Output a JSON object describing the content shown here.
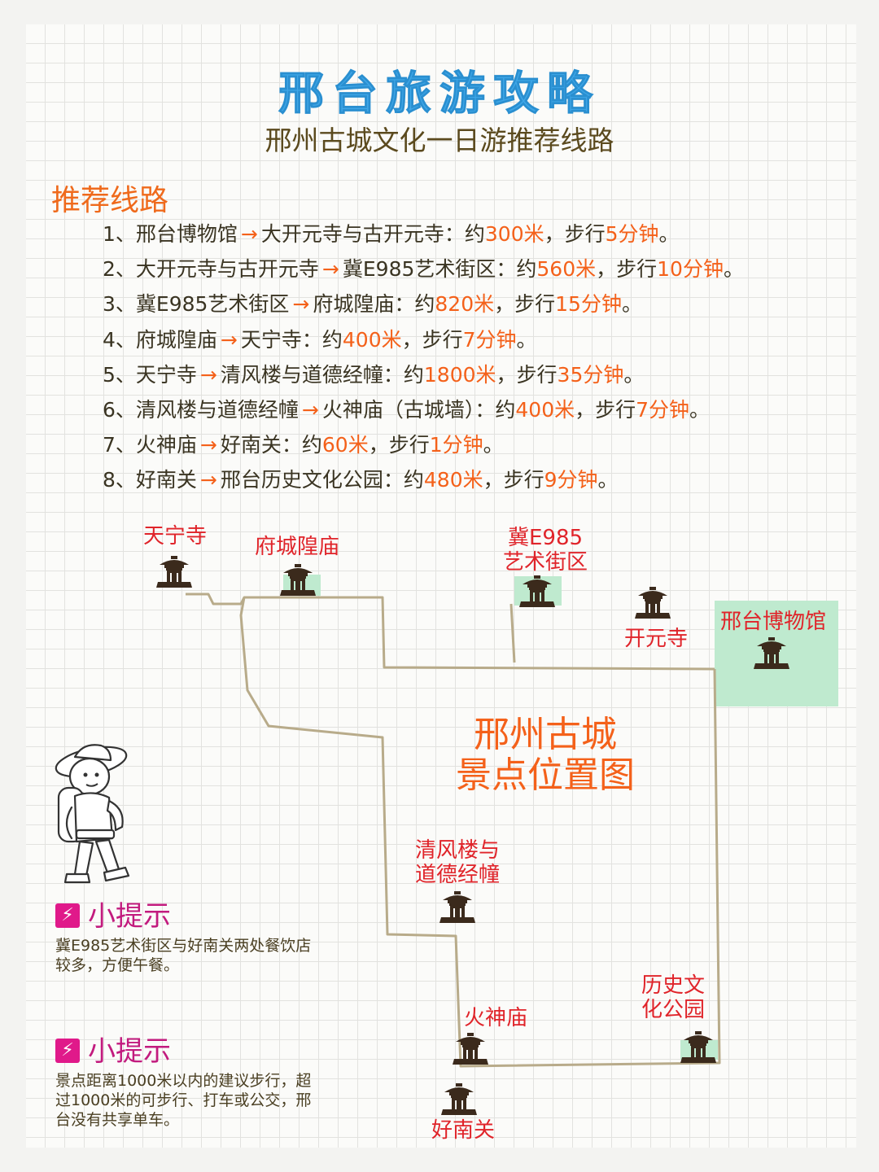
{
  "title": "邢台旅游攻略",
  "subtitle": "邢州古城文化一日游推荐线路",
  "section_title": "推荐线路",
  "arrow": "→",
  "routes": [
    {
      "idx": "1、",
      "from": "邢台博物馆",
      "to": "大开元寺与古开元寺：",
      "pre": "约",
      "dist": "300米",
      "mid": "，步行",
      "time": "5分钟",
      "end": "。"
    },
    {
      "idx": "2、",
      "from": "大开元寺与古开元寺",
      "to": "冀E985艺术街区：",
      "pre": "约",
      "dist": "560米",
      "mid": "，步行",
      "time": "10分钟",
      "end": "。"
    },
    {
      "idx": "3、",
      "from": "冀E985艺术街区",
      "to": "府城隍庙：",
      "pre": "约",
      "dist": "820米",
      "mid": "，步行",
      "time": "15分钟",
      "end": "。"
    },
    {
      "idx": "4、",
      "from": "府城隍庙",
      "to": "天宁寺：",
      "pre": "约",
      "dist": "400米",
      "mid": "，步行",
      "time": "7分钟",
      "end": "。"
    },
    {
      "idx": "5、",
      "from": "天宁寺",
      "to": "清风楼与道德经幢：",
      "pre": "约",
      "dist": "1800米",
      "mid": "，步行",
      "time": "35分钟",
      "end": "。"
    },
    {
      "idx": "6、",
      "from": "清风楼与道德经幢",
      "to": "火神庙（古城墙）：",
      "pre": "约",
      "dist": "400米",
      "mid": "，步行",
      "time": "7分钟",
      "end": "。"
    },
    {
      "idx": "7、",
      "from": "火神庙",
      "to": "好南关：",
      "pre": "约",
      "dist": "60米",
      "mid": "，步行",
      "time": "1分钟",
      "end": "。"
    },
    {
      "idx": "8、",
      "from": "好南关",
      "to": "邢台历史文化公园：",
      "pre": "约",
      "dist": "480米",
      "mid": "，步行",
      "time": "9分钟",
      "end": "。"
    }
  ],
  "map": {
    "title_line1": "邢州古城",
    "title_line2": "景点位置图",
    "places": {
      "tianning": "天宁寺",
      "chenghuang": "府城隍庙",
      "ji_line1": "冀E985",
      "ji_line2": "艺术街区",
      "kaiyuan": "开元寺",
      "museum": "邢台博物馆",
      "qingfeng_line1": "清风楼与",
      "qingfeng_line2": "道德经幢",
      "huoshen": "火神庙",
      "park_line1": "历史文",
      "park_line2": "化公园",
      "haonan": "好南关"
    },
    "pin_icon": "pavilion-icon",
    "colors": {
      "road": "#b8ab8a",
      "highlight": "#bfeacf",
      "label": "#e0242a"
    }
  },
  "tips": [
    {
      "icon": "lightning-icon",
      "title": "小提示",
      "text": "冀E985艺术街区与好南关两处餐饮店较多，方便午餐。"
    },
    {
      "icon": "lightning-icon",
      "title": "小提示",
      "text": "景点距离1000米以内的建议步行，超过1000米的可步行、打车或公交，邢台没有共享单车。"
    }
  ],
  "illustration": "hiker-illustration"
}
